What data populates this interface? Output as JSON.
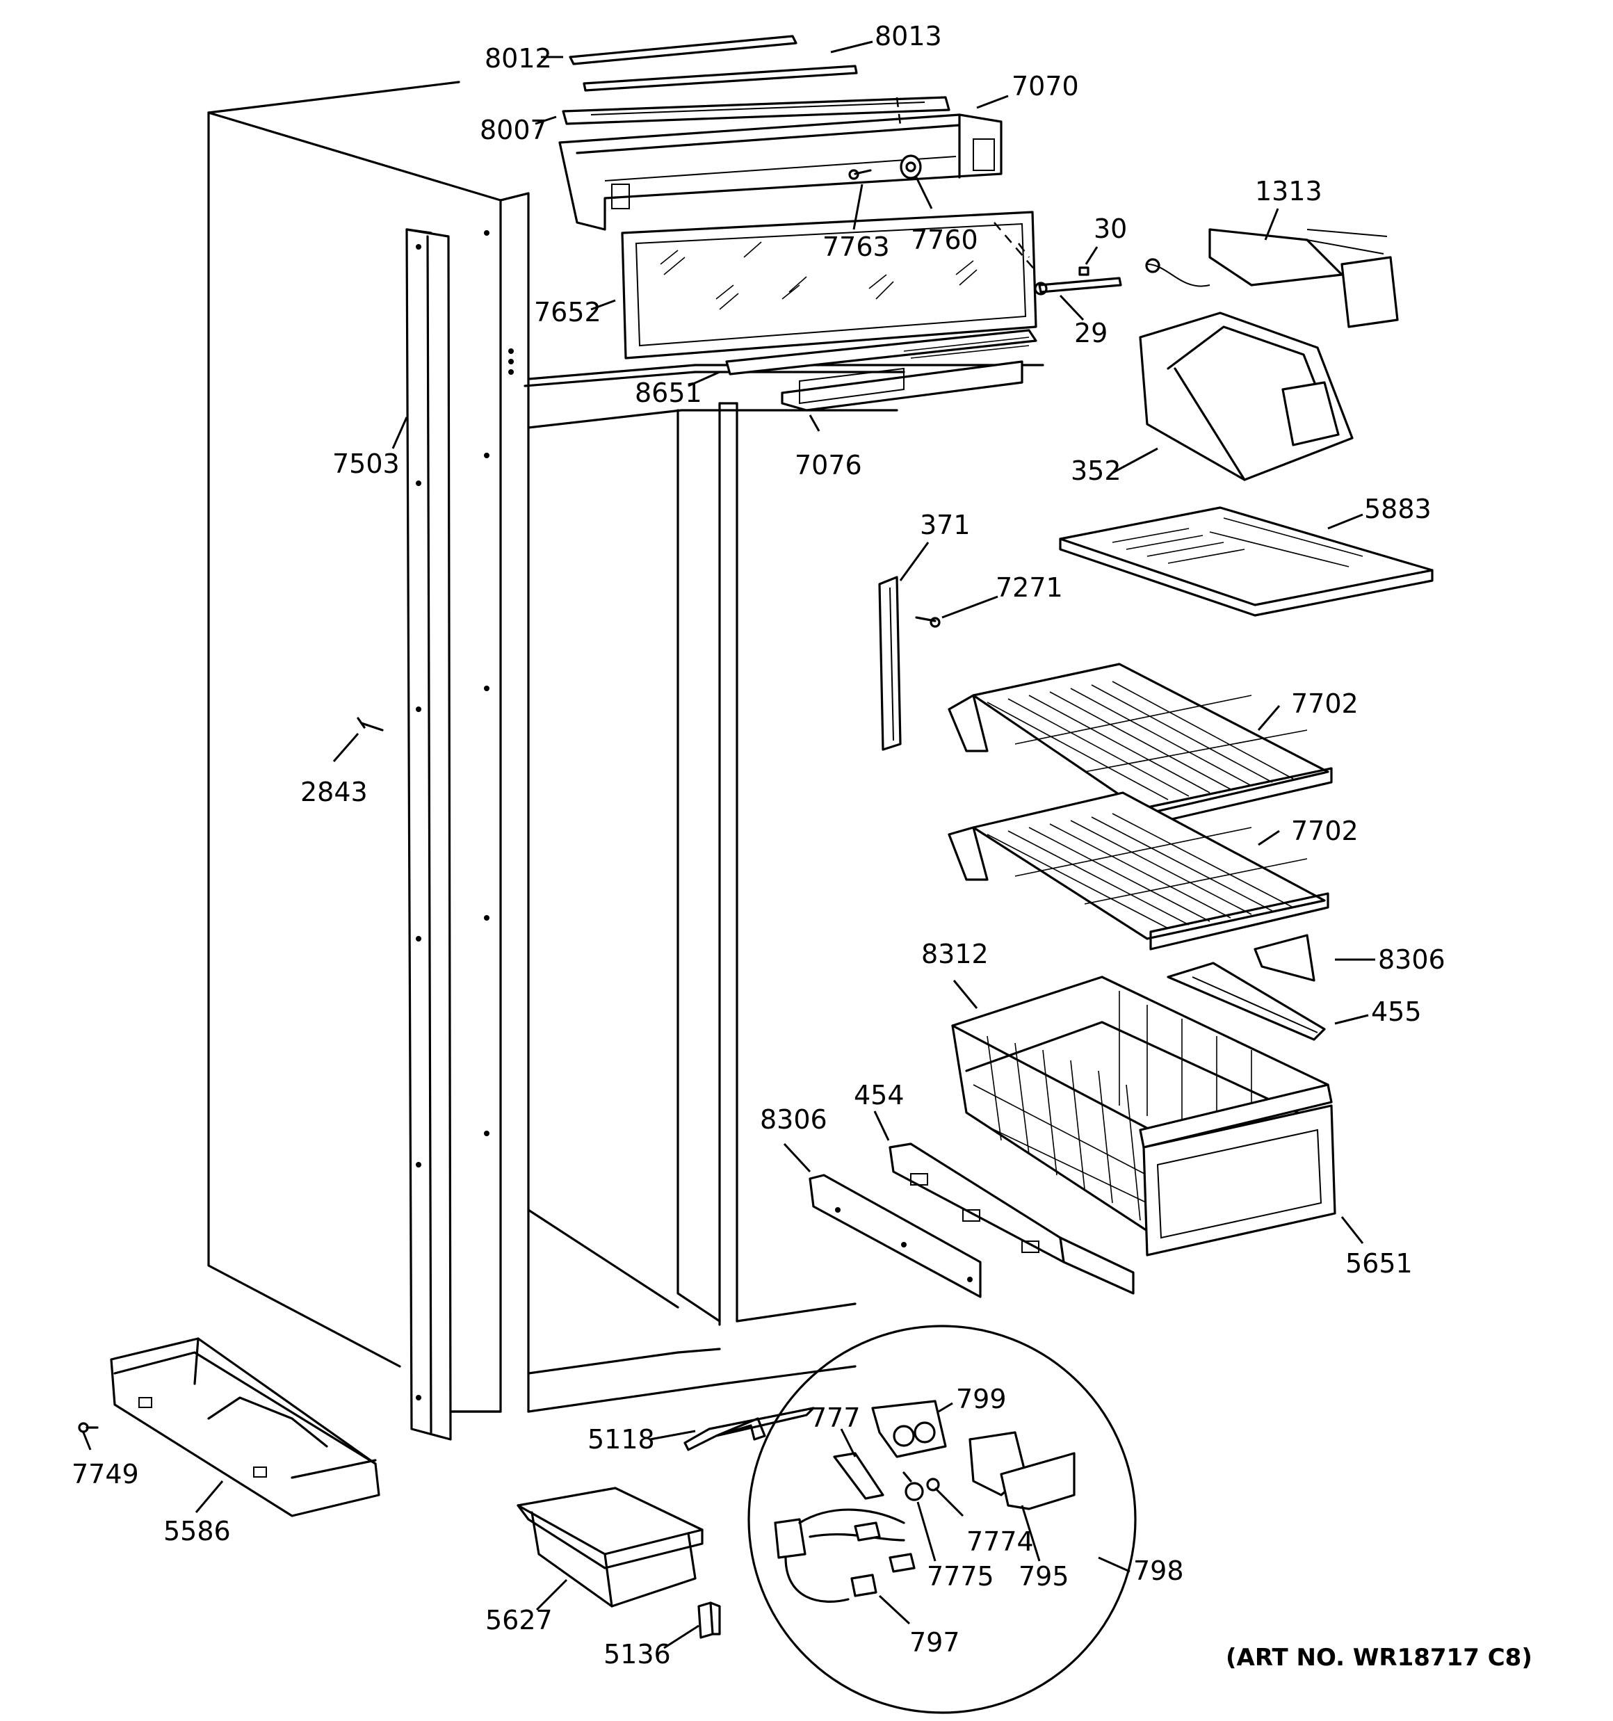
{
  "diagram": {
    "art_number": "(ART NO. WR18717 C8)",
    "callouts": [
      {
        "id": "8012",
        "label": "8012"
      },
      {
        "id": "8013",
        "label": "8013"
      },
      {
        "id": "8007",
        "label": "8007"
      },
      {
        "id": "7070",
        "label": "7070"
      },
      {
        "id": "7763",
        "label": "7763"
      },
      {
        "id": "7760",
        "label": "7760"
      },
      {
        "id": "7652",
        "label": "7652"
      },
      {
        "id": "8651",
        "label": "8651"
      },
      {
        "id": "7076",
        "label": "7076"
      },
      {
        "id": "30",
        "label": "30"
      },
      {
        "id": "29",
        "label": "29"
      },
      {
        "id": "1313",
        "label": "1313"
      },
      {
        "id": "352",
        "label": "352"
      },
      {
        "id": "5883",
        "label": "5883"
      },
      {
        "id": "7503",
        "label": "7503"
      },
      {
        "id": "371",
        "label": "371"
      },
      {
        "id": "7271",
        "label": "7271"
      },
      {
        "id": "2843",
        "label": "2843"
      },
      {
        "id": "7702a",
        "label": "7702"
      },
      {
        "id": "7702b",
        "label": "7702"
      },
      {
        "id": "8312",
        "label": "8312"
      },
      {
        "id": "8306a",
        "label": "8306"
      },
      {
        "id": "455",
        "label": "455"
      },
      {
        "id": "8306b",
        "label": "8306"
      },
      {
        "id": "454",
        "label": "454"
      },
      {
        "id": "5651",
        "label": "5651"
      },
      {
        "id": "7749",
        "label": "7749"
      },
      {
        "id": "5586",
        "label": "5586"
      },
      {
        "id": "5118",
        "label": "5118"
      },
      {
        "id": "5627",
        "label": "5627"
      },
      {
        "id": "5136",
        "label": "5136"
      },
      {
        "id": "777",
        "label": "777"
      },
      {
        "id": "799",
        "label": "799"
      },
      {
        "id": "7774",
        "label": "7774"
      },
      {
        "id": "7775",
        "label": "7775"
      },
      {
        "id": "795",
        "label": "795"
      },
      {
        "id": "798",
        "label": "798"
      },
      {
        "id": "797",
        "label": "797"
      }
    ]
  }
}
